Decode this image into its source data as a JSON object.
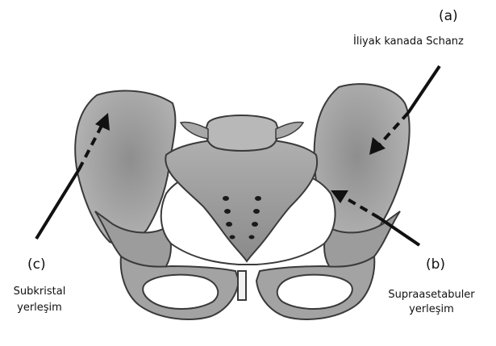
{
  "labels": {
    "a": {
      "letter": "(a)",
      "caption": "İliyak kanada Schanz"
    },
    "b": {
      "letter": "(b)",
      "caption_line1": "Supraasetabuler",
      "caption_line2": "yerleşim"
    },
    "c": {
      "letter": "(c)",
      "caption_line1": "Subkristal",
      "caption_line2": "yerleşim"
    }
  },
  "colors": {
    "bone_light": "#a9a9a9",
    "bone_mid": "#8c8c8c",
    "bone_dark": "#6b6b6b",
    "outline": "#3a3a3a",
    "arrow": "#111111"
  }
}
